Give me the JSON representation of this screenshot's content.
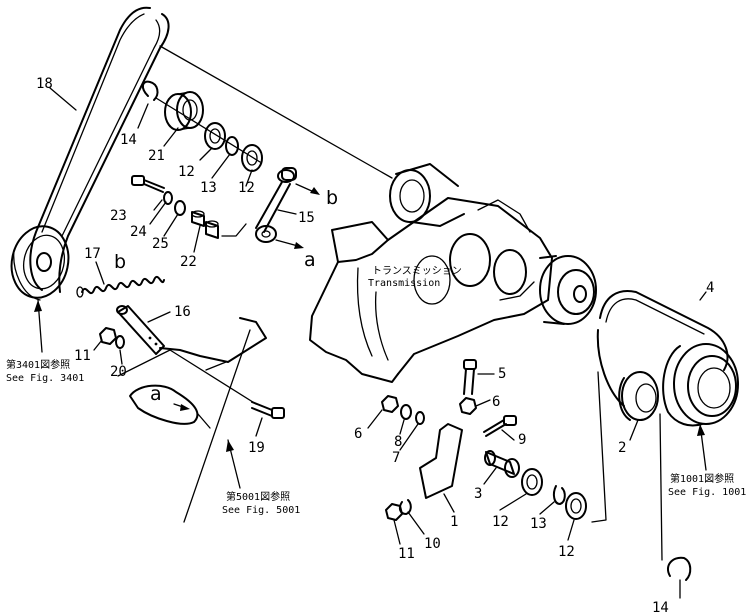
{
  "callouts": {
    "c1": "1",
    "c2": "2",
    "c3": "3",
    "c4": "4",
    "c5": "5",
    "c6a": "6",
    "c6b": "6",
    "c7": "7",
    "c8": "8",
    "c9": "9",
    "c10": "10",
    "c11a": "11",
    "c11b": "11",
    "c12a": "12",
    "c12b": "12",
    "c12c": "12",
    "c12d": "12",
    "c13a": "13",
    "c13b": "13",
    "c14a": "14",
    "c14b": "14",
    "c15": "15",
    "c16": "16",
    "c17": "17",
    "c18": "18",
    "c19": "19",
    "c20": "20",
    "c21": "21",
    "c22": "22",
    "c23": "23",
    "c24": "24",
    "c25": "25"
  },
  "letters": {
    "b1": "b",
    "a1": "a",
    "b2": "b",
    "a2": "a"
  },
  "notes": {
    "transmission_jp": "トランスミッション",
    "transmission_en": "Transmission",
    "fig3401_jp": "第3401図参照",
    "fig3401_en": "See Fig. 3401",
    "fig5001_jp": "第5001図参照",
    "fig5001_en": "See Fig. 5001",
    "fig1001_jp": "第1001図参照",
    "fig1001_en": "See Fig. 1001"
  }
}
